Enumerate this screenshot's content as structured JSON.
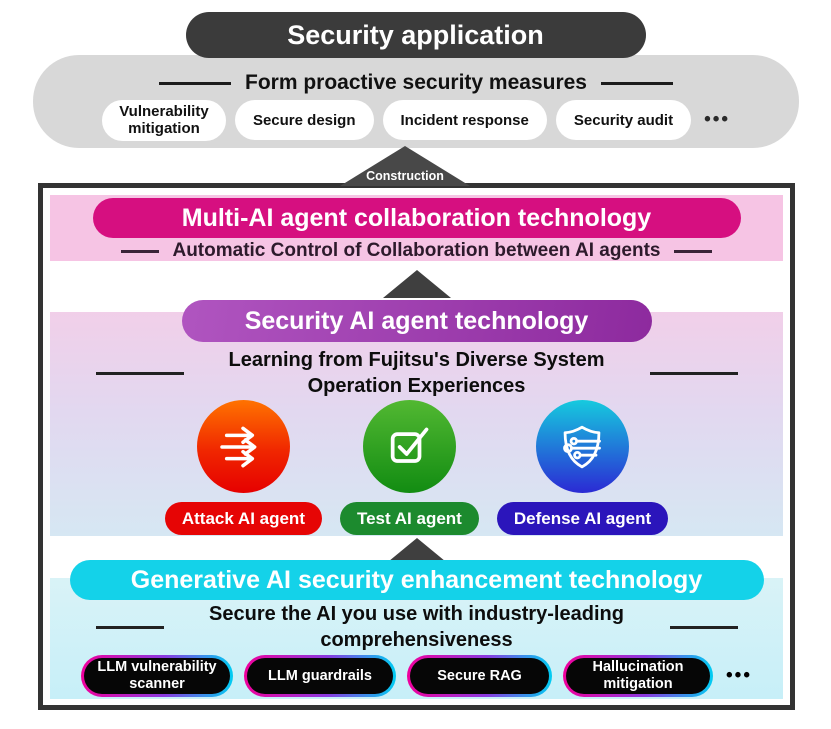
{
  "top_panel": {
    "title": "Security application",
    "heading": "Form proactive security measures",
    "items": [
      {
        "label": "Vulnerability mitigation"
      },
      {
        "label": "Secure design"
      },
      {
        "label": "Incident response"
      },
      {
        "label": "Security audit"
      }
    ],
    "more": "•••"
  },
  "construction_arrow": {
    "label": "Construction"
  },
  "layers": {
    "multi_ai": {
      "title": "Multi-AI agent collaboration technology",
      "subtitle": "Automatic Control of Collaboration between AI agents",
      "accent_color": "#d60f80",
      "band_color": "#f6c4e4"
    },
    "security_ai": {
      "title": "Security AI agent technology",
      "subtitle": "Learning from Fujitsu's Diverse System Operation Experiences",
      "accent_color": "#9a35aa",
      "agents": [
        {
          "label": "Attack AI agent",
          "icon": "attack-arrows-icon",
          "color": "#e60505",
          "circle_gradient": [
            "#ff7300",
            "#e60000"
          ]
        },
        {
          "label": "Test AI agent",
          "icon": "checkbox-check-icon",
          "color": "#1c8a2e",
          "circle_gradient": [
            "#52b832",
            "#128c12"
          ]
        },
        {
          "label": "Defense AI agent",
          "icon": "shield-circuit-icon",
          "color": "#2b15bb",
          "circle_gradient": [
            "#16cade",
            "#2b2ad4"
          ]
        }
      ]
    },
    "generative_ai": {
      "title": "Generative AI security enhancement technology",
      "subtitle": "Secure the AI you use with industry-leading comprehensiveness",
      "accent_color": "#14d2e9",
      "items": [
        {
          "label": "LLM vulnerability scanner"
        },
        {
          "label": "LLM guardrails"
        },
        {
          "label": "Secure RAG"
        },
        {
          "label": "Hallucination mitigation"
        }
      ],
      "more": "•••"
    }
  }
}
